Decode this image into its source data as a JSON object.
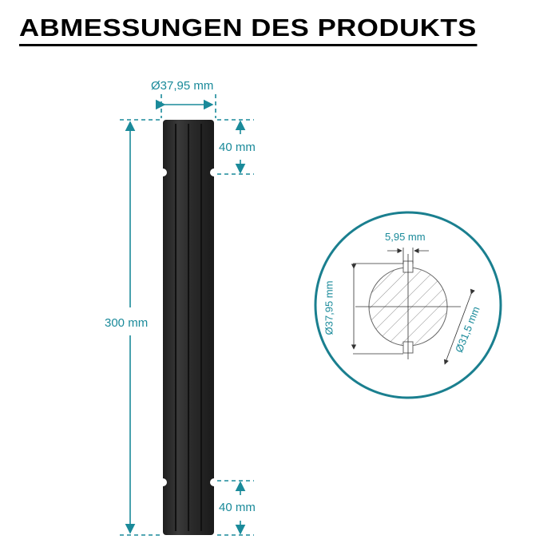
{
  "title": "ABMESSUNGEN DES PRODUKTS",
  "colors": {
    "accent": "#1a8a9a",
    "shaft": "#2a2a2a"
  },
  "shaft_dimensions": {
    "diameter": "Ø37,95 mm",
    "total_length": "300 mm",
    "top_spline_length": "40 mm",
    "bottom_spline_length": "40 mm"
  },
  "cross_section": {
    "key_width": "5,95 mm",
    "outer_diameter": "Ø37,95 mm",
    "inner_diameter": "Ø31,5 mm"
  }
}
